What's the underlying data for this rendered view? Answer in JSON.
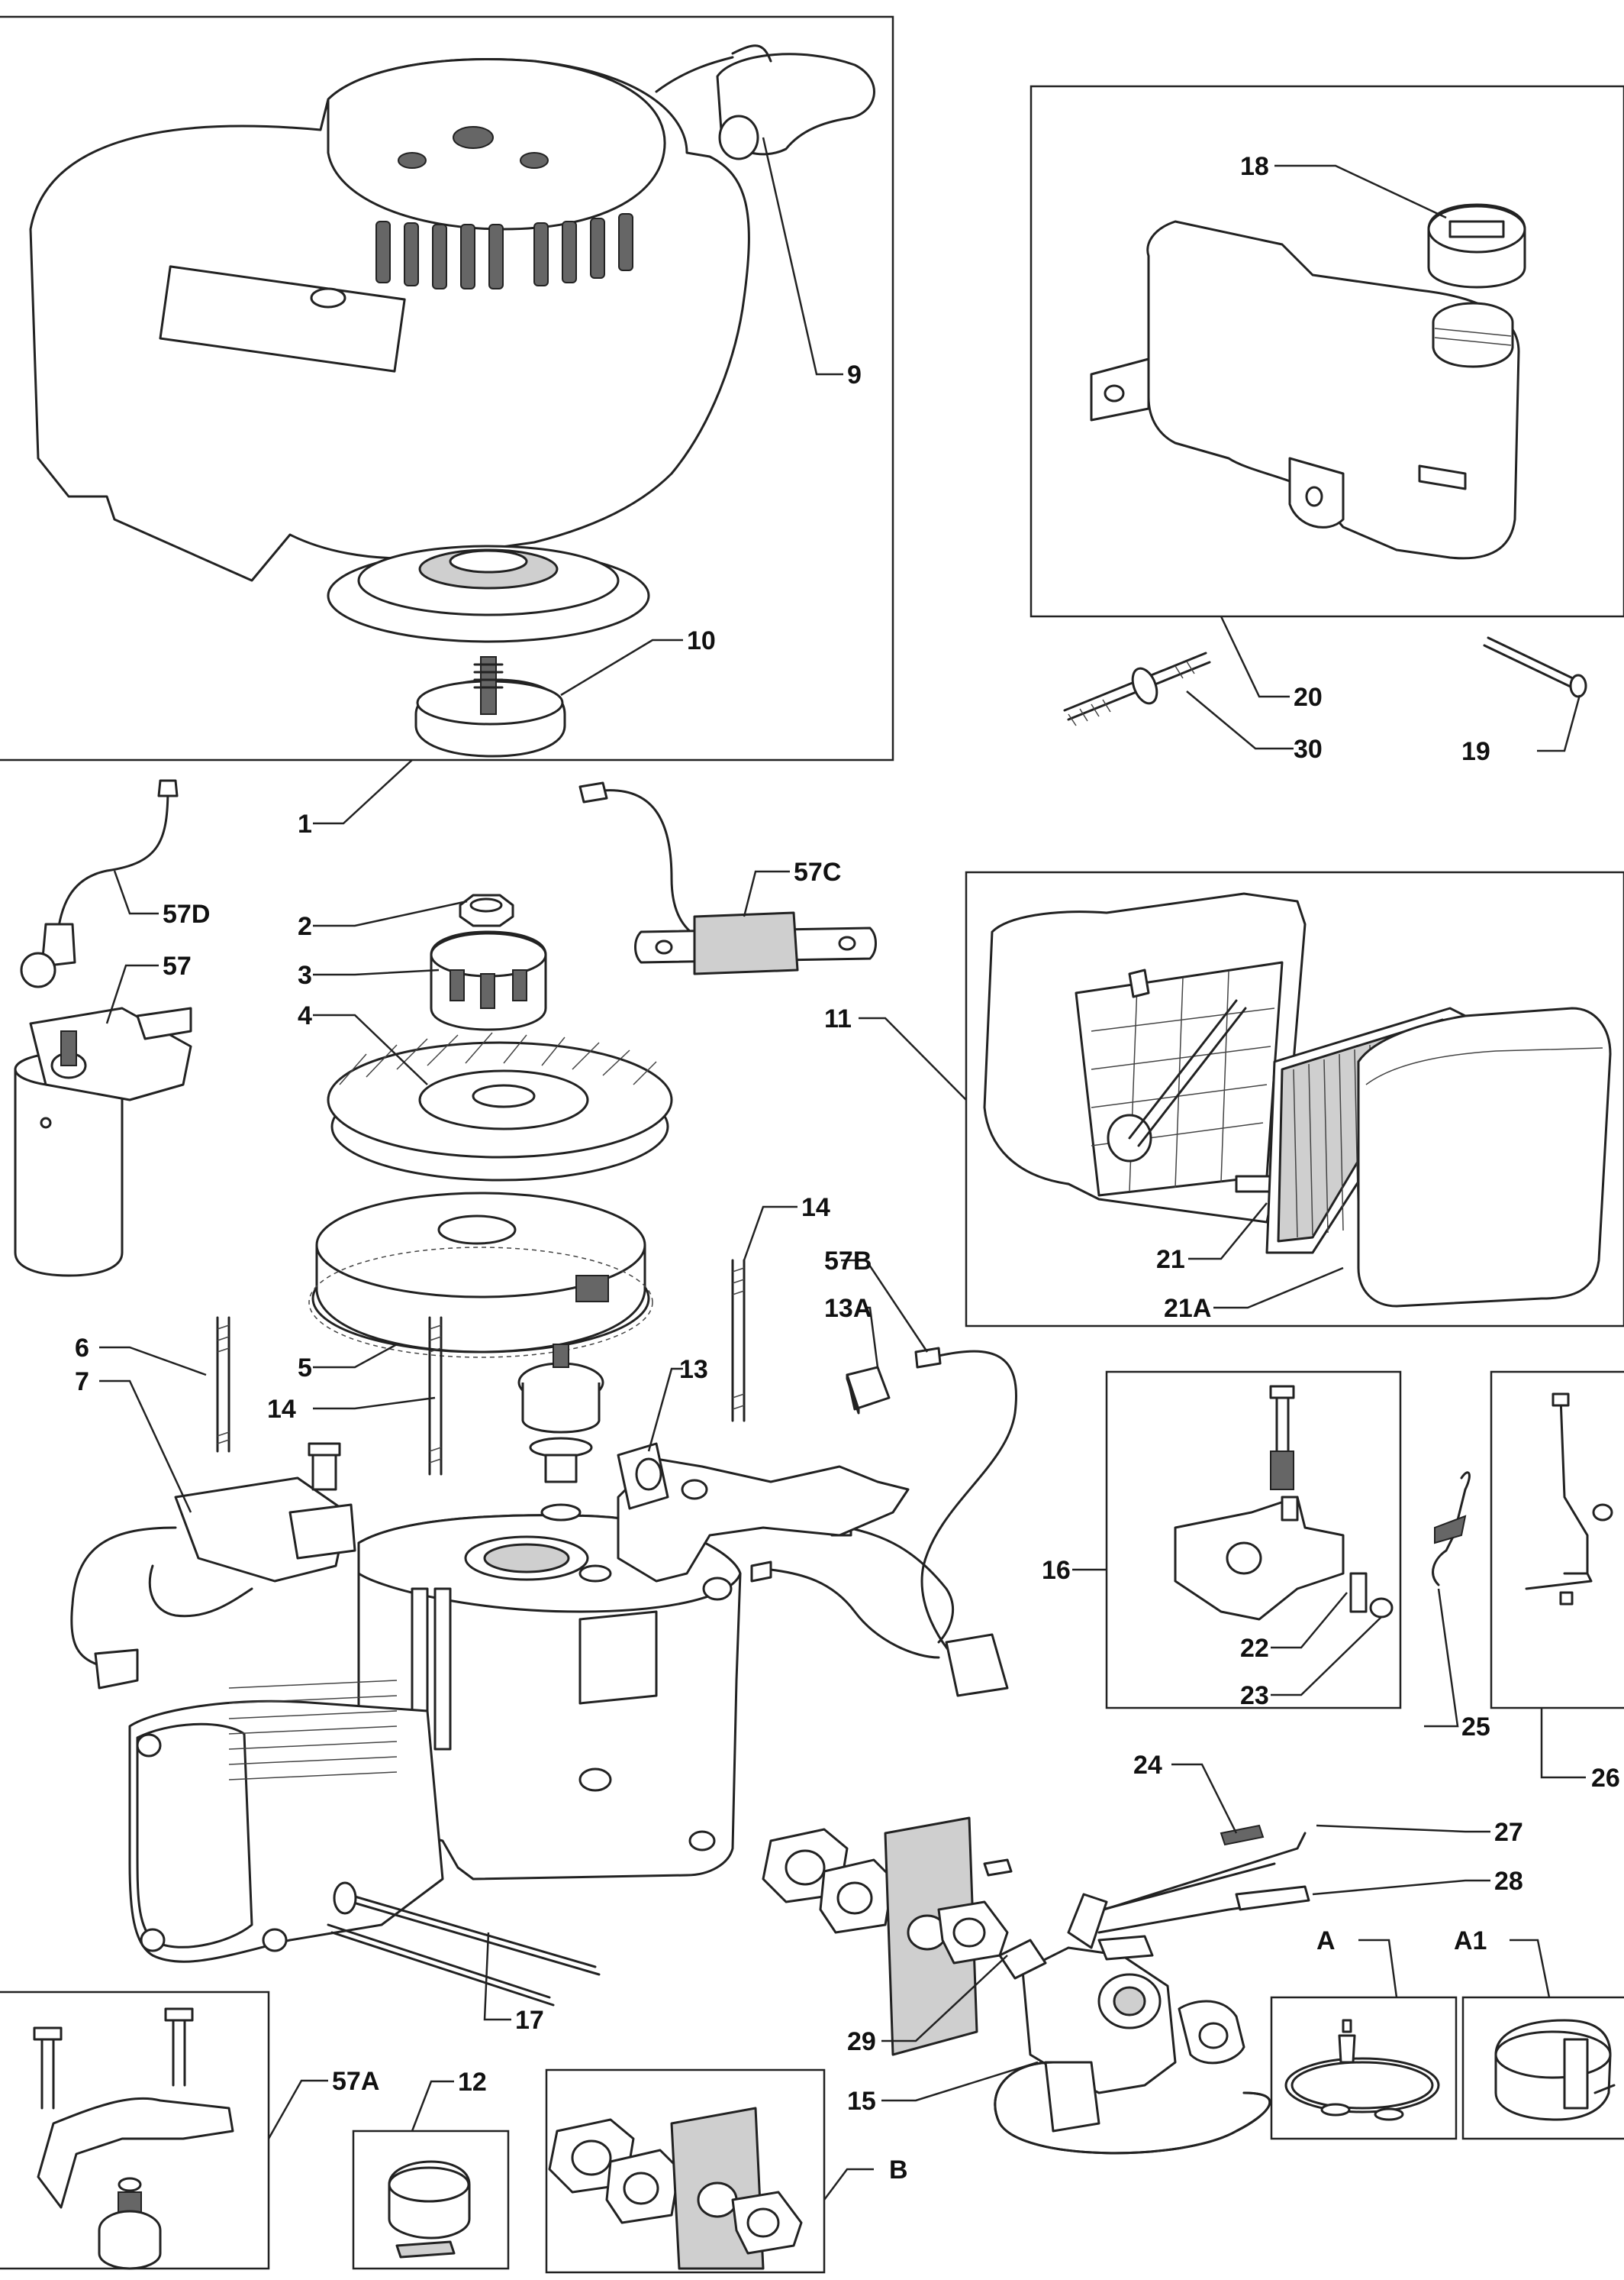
{
  "diagram": {
    "callouts": [
      "1",
      "2",
      "3",
      "4",
      "5",
      "6",
      "7",
      "9",
      "10",
      "11",
      "12",
      "13",
      "13A",
      "14",
      "14",
      "15",
      "16",
      "17",
      "18",
      "19",
      "20",
      "21",
      "21A",
      "22",
      "23",
      "24",
      "25",
      "26",
      "27",
      "28",
      "29",
      "30",
      "57",
      "57A",
      "57B",
      "57C",
      "57D",
      "A",
      "A1",
      "B"
    ]
  },
  "colors": {
    "line": "#222222",
    "shade": "#cfcfcf",
    "background": "#ffffff"
  }
}
